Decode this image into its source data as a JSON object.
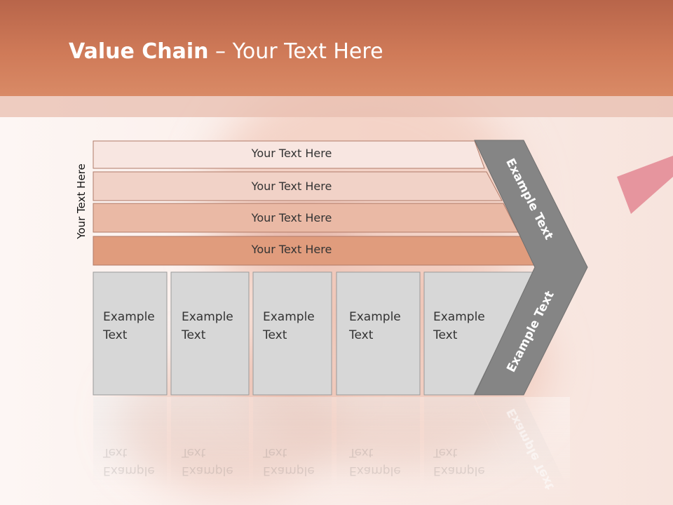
{
  "title": {
    "bold": "Value Chain",
    "rest": " – Your Text Here"
  },
  "side_label": "Your Text Here",
  "rows": [
    "Your Text Here",
    "Your Text Here",
    "Your Text Here",
    "Your Text Here"
  ],
  "boxes": [
    "Example\nText",
    "Example\nText",
    "Example\nText",
    "Example\nText",
    "Example\nText"
  ],
  "arrow": {
    "upper": "Example Text",
    "lower": "Example Text"
  },
  "colors": {
    "title_bar": "#cf7a58",
    "row_1": "#f8e6e1",
    "row_2": "#f1d2c7",
    "row_3": "#eab9a5",
    "row_4": "#e09c7d",
    "box_fill": "#d7d7d7",
    "arrow_fill": "#858585"
  }
}
